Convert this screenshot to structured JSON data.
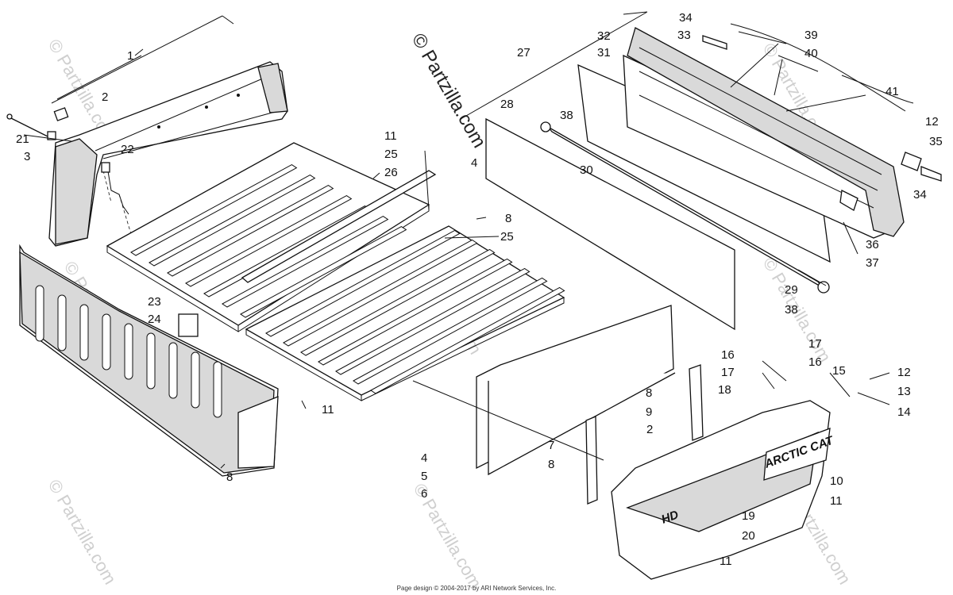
{
  "watermarks": {
    "main": "© Partzilla.com",
    "faint": "© Partzilla.com"
  },
  "brand": {
    "badge": "ARCTIC CAT",
    "model": "HD"
  },
  "footer": "Page design © 2004-2017 by ARI Network Services, Inc.",
  "callouts": [
    "1",
    "2",
    "21",
    "3",
    "22",
    "11",
    "25",
    "26",
    "8",
    "25",
    "23",
    "24",
    "11",
    "8",
    "27",
    "28",
    "4",
    "38",
    "30",
    "31",
    "32",
    "33",
    "34",
    "39",
    "40",
    "41",
    "12",
    "35",
    "34",
    "36",
    "37",
    "29",
    "38",
    "16",
    "17",
    "17",
    "16",
    "18",
    "15",
    "12",
    "13",
    "14",
    "8",
    "9",
    "2",
    "7",
    "8",
    "4",
    "5",
    "6",
    "10",
    "11",
    "19",
    "20",
    "11"
  ],
  "colors": {
    "line": "#111111",
    "fill": "#ffffff",
    "shade": "#d9d9d9",
    "watermark": "#cfcfcf"
  }
}
